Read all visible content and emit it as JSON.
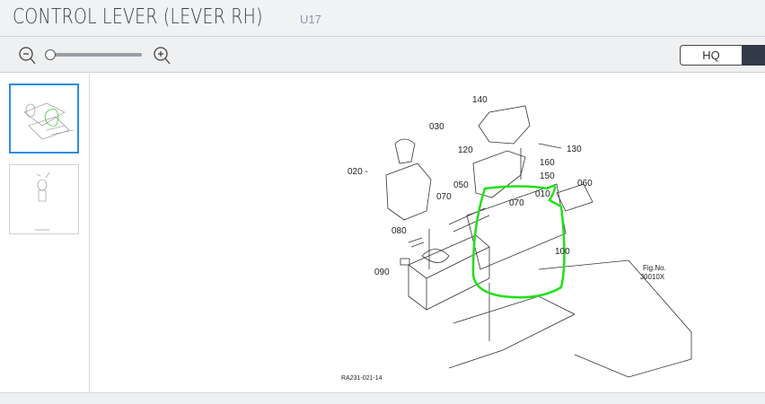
{
  "header": {
    "title": "CONTROL LEVER (LEVER RH)",
    "model": "U17"
  },
  "toolbar": {
    "zoom_out": "zoom-out",
    "zoom_in": "zoom-in",
    "zoom_level": 0,
    "hq_label": "HQ"
  },
  "thumbnails": [
    {
      "selected": true
    },
    {
      "selected": false
    }
  ],
  "diagram": {
    "callouts": {
      "c140": "140",
      "c030": "030",
      "c120": "120",
      "c130": "130",
      "c020": "020 -",
      "c160": "160",
      "c150": "150",
      "c050": "050",
      "c060": "060",
      "c070a": "070",
      "c070b": "070",
      "c010": "010",
      "c080": "080",
      "c100": "100",
      "c090": "090"
    },
    "fig_no_label": "Fig.No.",
    "fig_no": "J0010X",
    "ref_code": "RA231-021-14",
    "highlight_color": "#22e01a"
  }
}
